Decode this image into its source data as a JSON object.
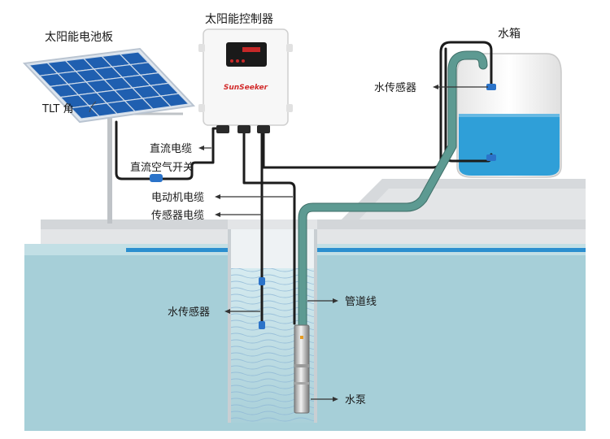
{
  "labels": {
    "solar_panel": "太阳能电池板",
    "controller": "太阳能控制器",
    "water_tank": "水箱",
    "tank_sensor": "水传感器",
    "tilt_angle": "TLT 角",
    "dc_cable": "直流电缆",
    "dc_breaker": "直流空气开关",
    "motor_cable": "电动机电缆",
    "sensor_cable": "传感器电缆",
    "well_sensor": "水传感器",
    "pipeline": "管道线",
    "pump": "水泵"
  },
  "controller": {
    "brand": "SunSeeker"
  },
  "colors": {
    "water_deep": "#9cc9d3",
    "water_light": "#cfe6ec",
    "tank_water": "#2f9fd8",
    "pipe": "#5d9a92",
    "cable": "#1c1c1c",
    "panel": "#1f5fb0",
    "ground": "#e2e4e6"
  }
}
